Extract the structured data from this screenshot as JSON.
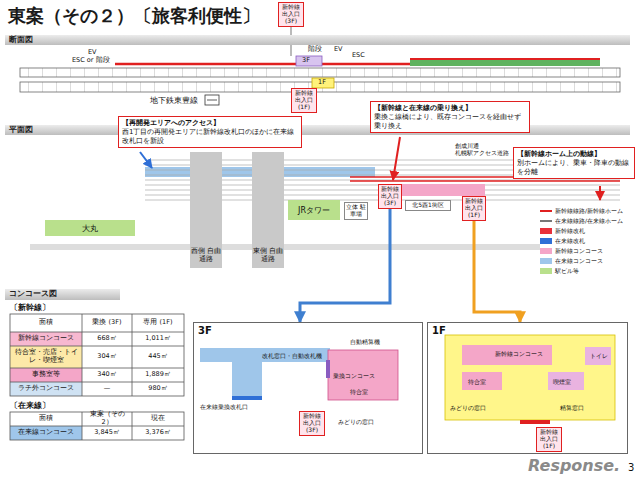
{
  "diagram": {
    "title": "東案（その２）〔旅客利便性〕",
    "nodes": [
      {
        "text": [
          "断面図"
        ]
      },
      {
        "text": [
          "新幹線 出入口 (3F)"
        ]
      },
      {
        "text": [
          "新幹線 出入口 (1F)"
        ]
      },
      {
        "text": [
          "平面図"
        ]
      },
      {
        "text": [
          "【再開発エリアへのアクセス】",
          "西1丁目の再開発エリアに新幹線改札口のほかに在来線改札口を新設"
        ]
      },
      {
        "text": [
          "【新幹線と在来線の乗り換え】",
          "乗換こ線橋により、既存コンコースを経由せず乗り換え"
        ]
      },
      {
        "text": [
          "【新幹線ホーム上の動線】",
          "別ホームにより、乗車・降車の動線を分離"
        ]
      },
      {
        "text": [
          "大丸"
        ]
      },
      {
        "text": [
          "西側 自由通路"
        ]
      },
      {
        "text": [
          "東側 自由通路"
        ]
      },
      {
        "text": [
          "JRタワー"
        ]
      },
      {
        "text": [
          "立体 駐車場"
        ]
      },
      {
        "text": [
          "北5西1街区"
        ]
      },
      {
        "text": [
          "新幹線 出入口 (3F)"
        ]
      },
      {
        "text": [
          "新幹線 出入口 (1F)"
        ]
      },
      {
        "text": [
          "コンコース図"
        ]
      },
      {
        "text": [
          "3F"
        ]
      },
      {
        "text": [
          "新幹線 出入口 (3F)"
        ],
        "in": 16
      },
      {
        "text": [
          "1F"
        ]
      },
      {
        "text": [
          "新幹線 出入口 (1F)"
        ],
        "in": 18
      }
    ],
    "edges": [
      {
        "from": 13,
        "to": 16,
        "arrow": "to"
      },
      {
        "from": 14,
        "to": 18,
        "arrow": "to"
      }
    ],
    "labels": [
      "EV",
      "ESC or 階段",
      "階段",
      "EV",
      "3F",
      "ESC",
      "1F",
      "地下鉄東豊線",
      "創成川通 札幌駅アクセス道路",
      "〔新幹線〕",
      "面積",
      "乗換 (3F)",
      "専用 (1F)",
      "新幹線コンコース",
      "668㎡",
      "1,011㎡",
      "待合室・売店・トイレ・喫煙室",
      "304㎡",
      "445㎡",
      "事務室等",
      "340㎡",
      "1,889㎡",
      "ラチ外コンコース",
      "—",
      "980㎡",
      "〔在来線〕",
      "面積",
      "東案（その2）",
      "現在",
      "在来線コンコース",
      "3,845㎡",
      "3,376㎡",
      "改札窓口・自動改札機",
      "自動精算機",
      "乗換コンコース",
      "待合室",
      "在来線乗換改札口",
      "みどりの窓口",
      "新幹線コンコース",
      "待合室",
      "喫煙室",
      "トイレ",
      "みどりの窓口",
      "精算窓口",
      "Response.",
      "3"
    ],
    "legend": [
      {
        "text": "新幹線線路/新幹線ホーム"
      },
      {
        "text": "在来線線路/在来線ホーム"
      },
      {
        "text": "新幹線改札",
        "color": "#e8303a"
      },
      {
        "text": "在来線改札",
        "color": "#2f6fd6"
      },
      {
        "text": "新幹線コンコース",
        "color": "#f4a6c8"
      },
      {
        "text": "在来線コンコース",
        "color": "#9fc6ea"
      },
      {
        "text": "駅ビル等",
        "color": "#b9e08c"
      }
    ]
  }
}
